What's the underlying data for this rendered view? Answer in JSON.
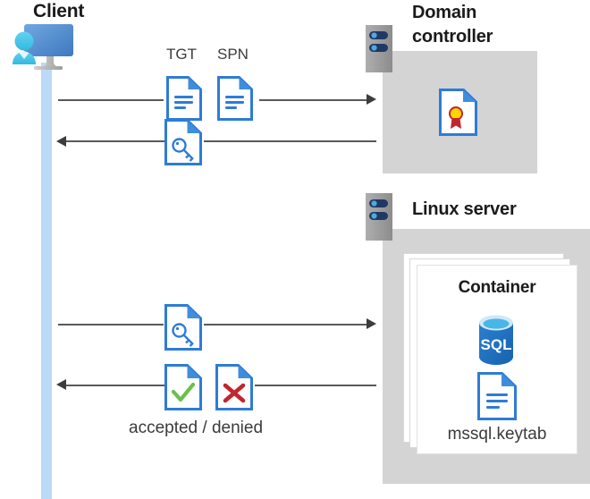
{
  "diagram": {
    "title_client": "Client",
    "title_domain_controller": "Domain\ncontroller",
    "title_domain_controller_line1": "Domain",
    "title_domain_controller_line2": "controller",
    "title_linux_server": "Linux server",
    "title_container": "Container",
    "label_keytab": "mssql.keytab",
    "label_accepted_denied": "accepted / denied",
    "label_tgt": "TGT",
    "label_spn": "SPN"
  },
  "icons": {
    "client": "client-workstation-icon",
    "server": "server-rack-icon",
    "document": "document-icon",
    "ticket_key": "key-document-icon",
    "certificate": "certificate-document-icon",
    "accepted": "checkmark-document-icon",
    "denied": "x-mark-document-icon",
    "database": "sql-database-icon",
    "keytab": "keytab-document-icon"
  },
  "flows": [
    {
      "id": "request-tgt-spn",
      "direction": "right",
      "from": "Client",
      "to": "Domain controller",
      "artifacts": [
        "TGT",
        "SPN"
      ]
    },
    {
      "id": "issue-service-ticket",
      "direction": "left",
      "from": "Domain controller",
      "to": "Client",
      "artifacts": [
        "key-document-icon"
      ]
    },
    {
      "id": "present-service-ticket",
      "direction": "right",
      "from": "Client",
      "to": "Linux server",
      "artifacts": [
        "key-document-icon"
      ]
    },
    {
      "id": "auth-result",
      "direction": "left",
      "from": "Linux server",
      "to": "Client",
      "artifacts": [
        "checkmark-document-icon",
        "x-mark-document-icon"
      ],
      "label": "accepted / denied"
    }
  ],
  "colors": {
    "lifeline": "#bcd9f7",
    "gray_box": "#d4d4d4",
    "doc_outline": "#2e7cd6",
    "doc_fold": "#3f8ede",
    "arrow": "#595959",
    "server_body": "#9b9b9b",
    "server_bar": "#203864",
    "server_led": "#4fa8e0",
    "sql_blue": "#1f6fc4",
    "seal_yellow": "#ffd400",
    "seal_red": "#c0272d",
    "check_green": "#6cc04a",
    "cross_red": "#c0272d",
    "title_text": "#1a1a1a",
    "body_text": "#3b3b3b"
  }
}
